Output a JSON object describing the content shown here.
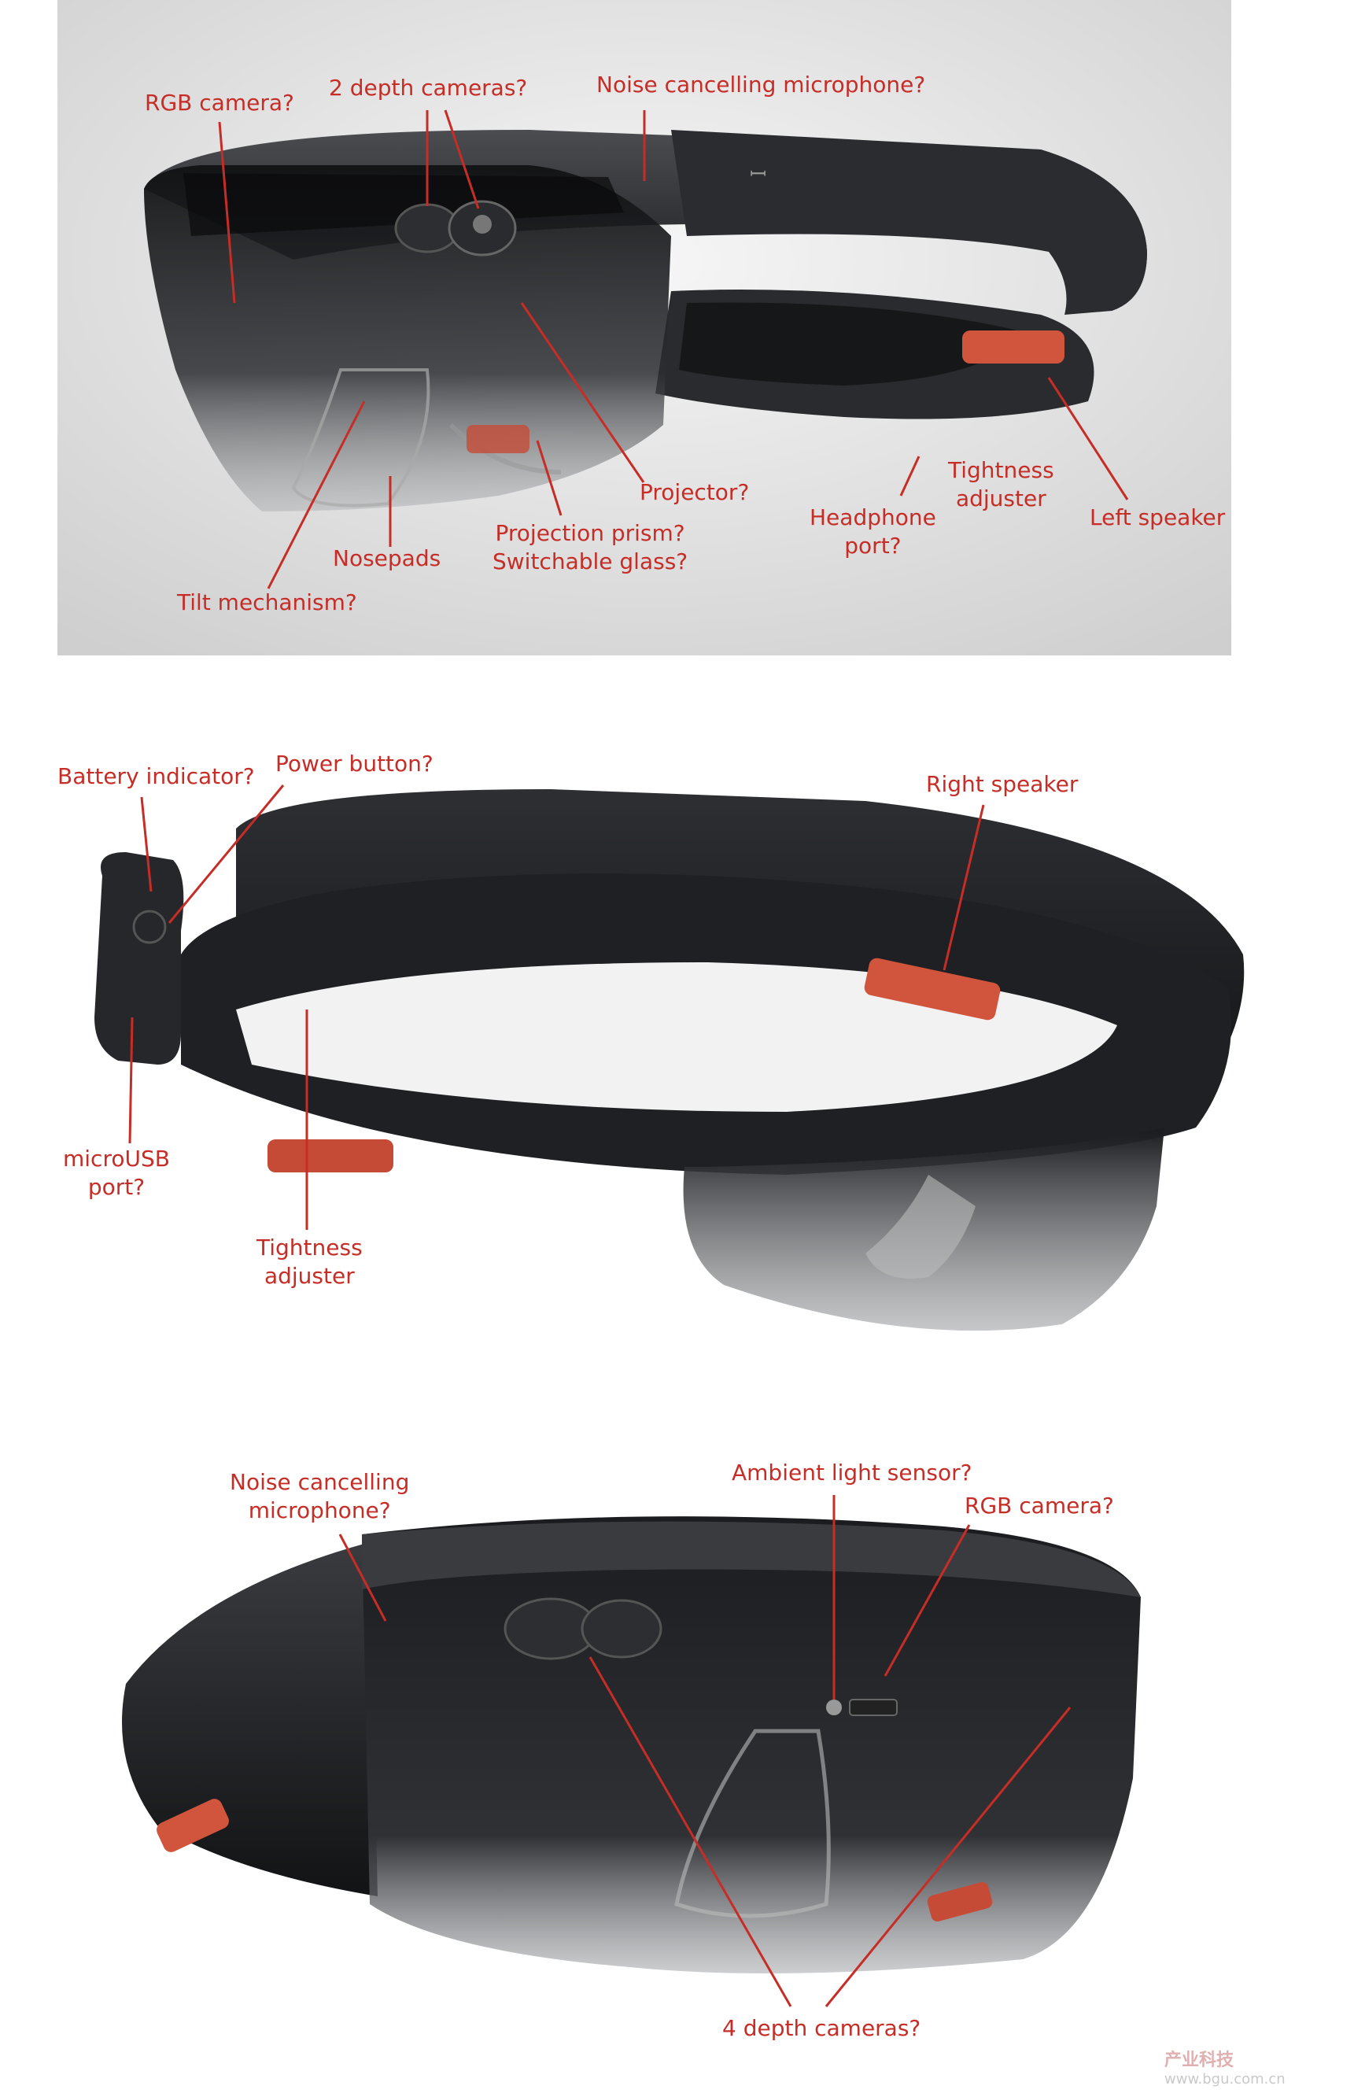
{
  "panel_top": {
    "labels": {
      "rgb_camera": "RGB camera?",
      "depth_cameras": "2 depth cameras?",
      "noise_mic": "Noise cancelling microphone?",
      "projector": "Projector?",
      "prism_line1": "Projection prism?",
      "prism_line2": "Switchable glass?",
      "nosepads": "Nosepads",
      "tilt": "Tilt mechanism?",
      "headphone_line1": "Headphone",
      "headphone_line2": "port?",
      "tightness_line1": "Tightness",
      "tightness_line2": "adjuster",
      "left_speaker": "Left speaker",
      "logo_glyph": "ꟷ"
    }
  },
  "panel_middle": {
    "labels": {
      "battery": "Battery indicator?",
      "power": "Power button?",
      "right_speaker": "Right speaker",
      "usb_line1": "microUSB",
      "usb_line2": "port?",
      "tightness_line1": "Tightness",
      "tightness_line2": "adjuster"
    }
  },
  "panel_bottom": {
    "labels": {
      "noise_line1": "Noise cancelling",
      "noise_line2": "microphone?",
      "ambient": "Ambient light sensor?",
      "rgb_camera": "RGB camera?",
      "depth_cameras": "4 depth cameras?"
    }
  },
  "watermark": {
    "brand": "产业科技",
    "url": "www.bgu.com.cn"
  },
  "colors": {
    "annotation_red": "#c62d26",
    "device_dark": "#1e1f22",
    "device_mid": "#34363a",
    "accent_orange": "#d1543c",
    "panel_bg": "#dadada"
  }
}
